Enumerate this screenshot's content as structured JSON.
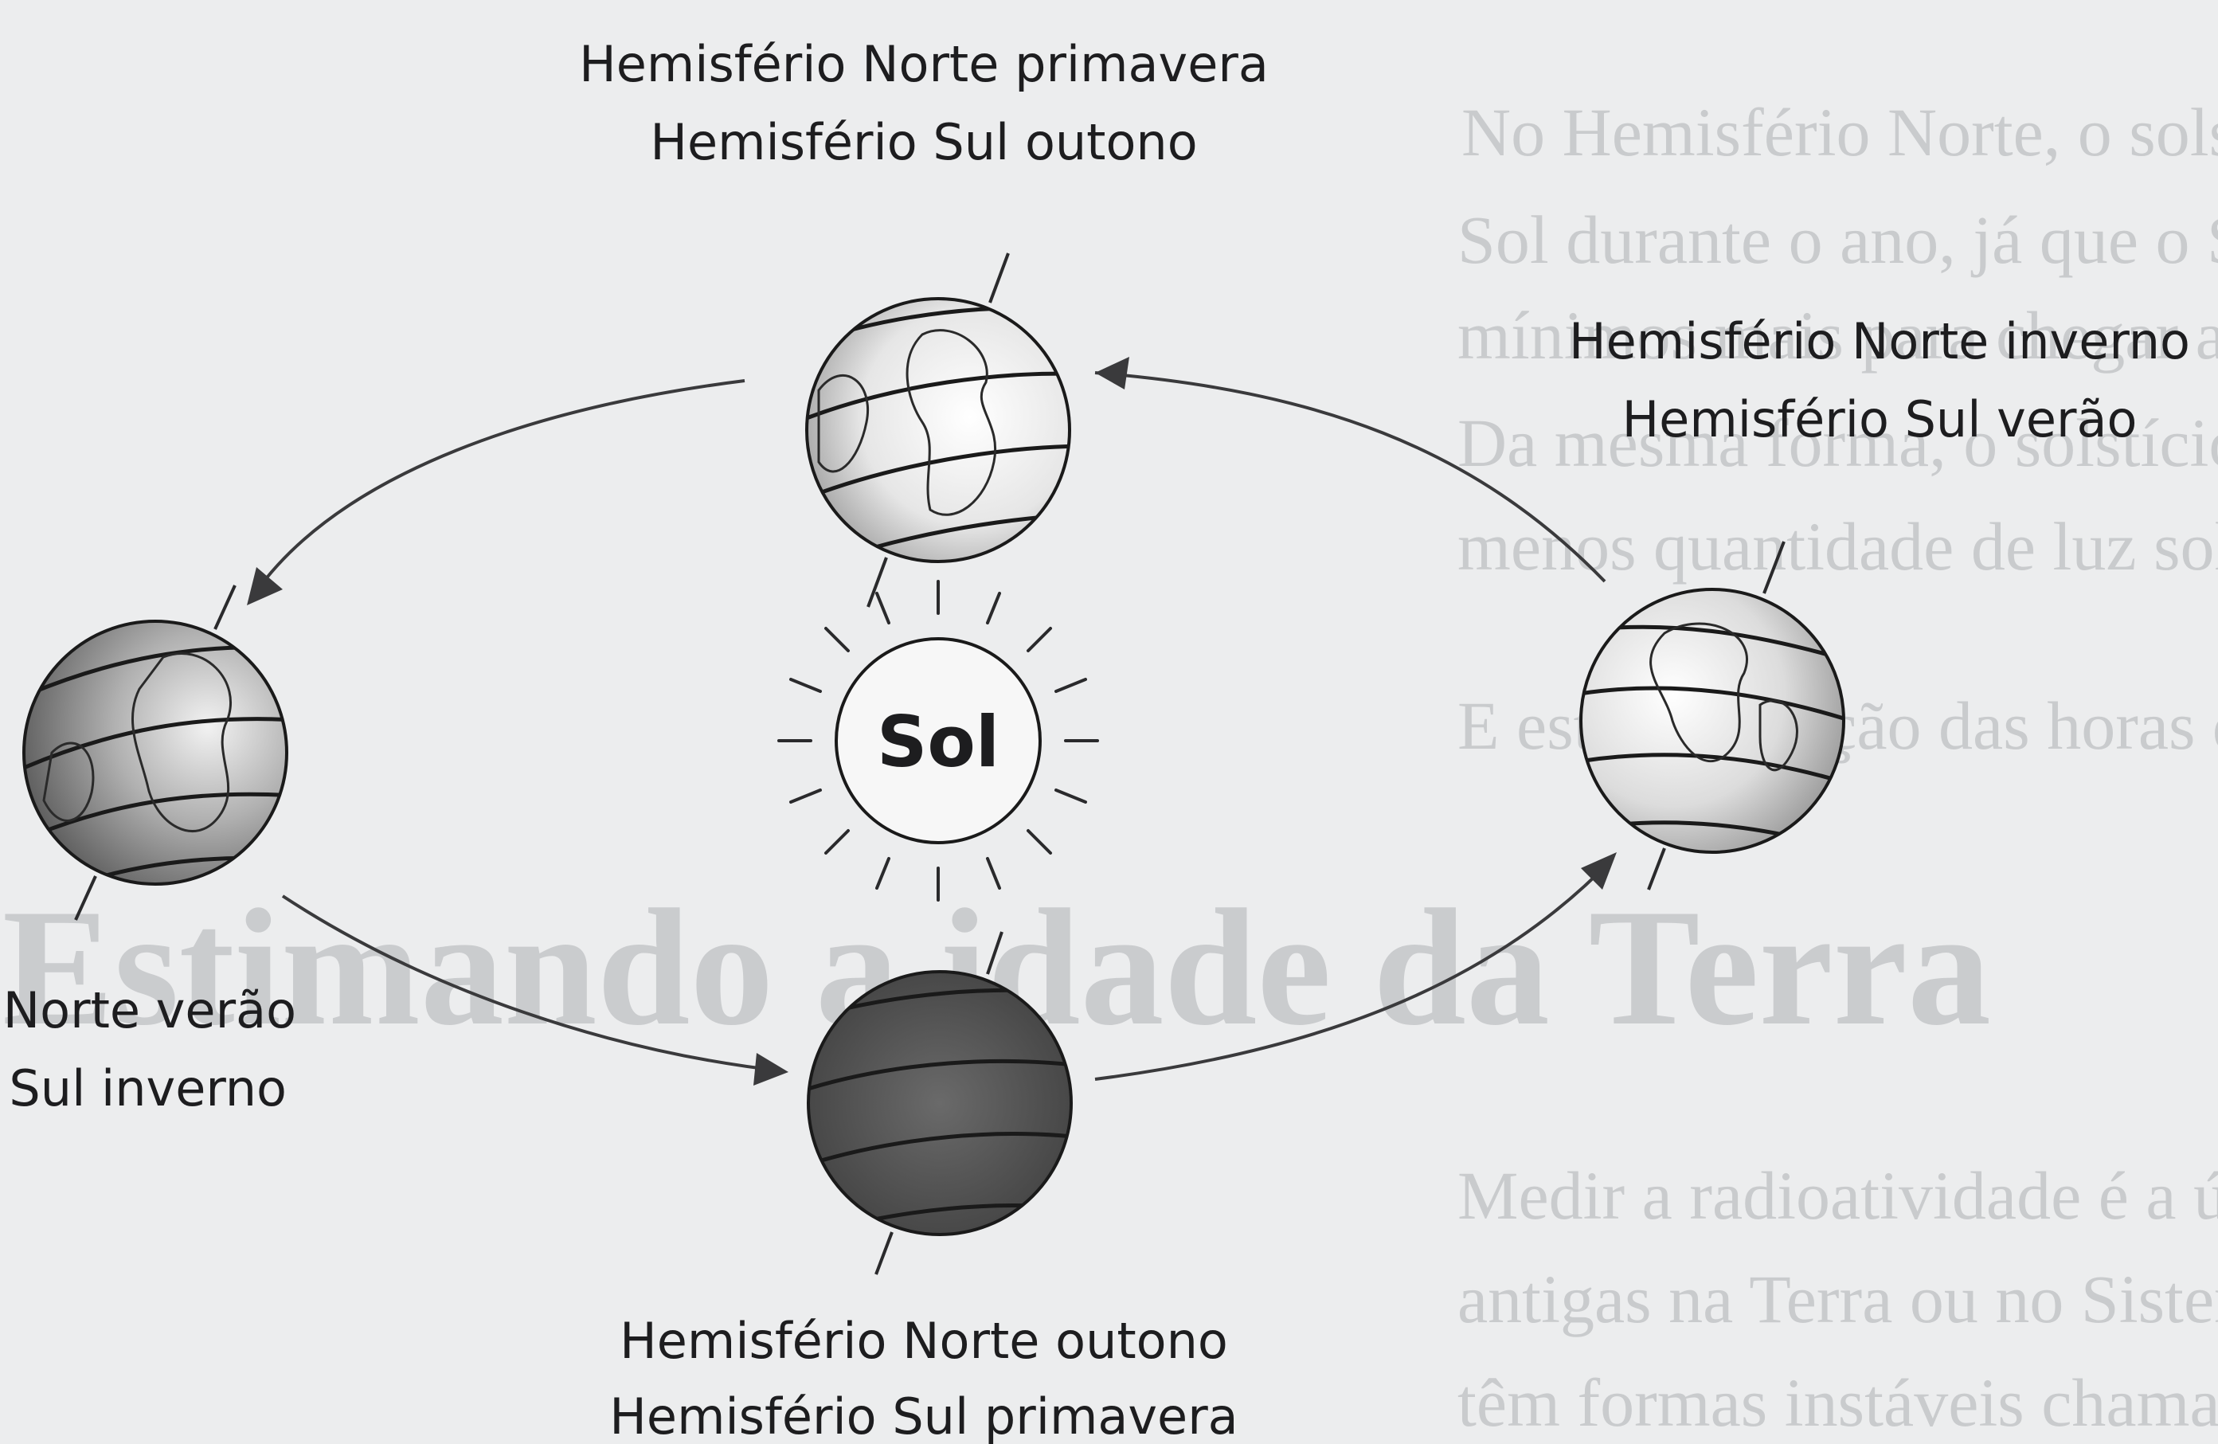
{
  "background_page": {
    "lines": [
      "No Hemisfério Norte, o solstício de verão é o dia com m",
      "Sol durante o ano, já que o Sol atinge sua posição mais",
      "mínimos mais para chegar a sua altura e descer de vo",
      "Da mesma forma, o solstício de inverno no Hemisfério N",
      "menos quantidade de luz solar durante o ano.",
      "E esta é a função das horas das estações.",
      "Medir a radioatividade é a única maneira precisa de se",
      "antigas na Terra ou no Sistema Solar. Alguns elementos",
      "têm formas instáveis chamadas isótopos radioativos. Un"
    ],
    "heading": "Estimando a idade da Terra"
  },
  "sun": {
    "label": "Sol"
  },
  "positions": [
    {
      "id": "top",
      "line1": "Hemisfério Norte primavera",
      "line2": "Hemisfério Sul outono",
      "shade": "light"
    },
    {
      "id": "right",
      "line1": "Hemisfério Norte inverno",
      "line2": "Hemisfério Sul verão",
      "shade": "light"
    },
    {
      "id": "bottom",
      "line1": "Hemisfério Norte outono",
      "line2": "Hemisfério Sul primavera",
      "shade": "dark"
    },
    {
      "id": "left",
      "line1": "Norte verão",
      "line2": "Sul inverno",
      "shade": "medium"
    }
  ],
  "colors": {
    "background": "#ecedee",
    "ink": "#1d1d1f",
    "globe_dark": "#4a4a4a",
    "globe_medium": "#8a8a8a",
    "globe_light": "#f4f4f4"
  },
  "icons": {
    "sun": "sun-icon",
    "earth": "earth-globe-icon",
    "orbit_arrow": "arrow-icon"
  }
}
